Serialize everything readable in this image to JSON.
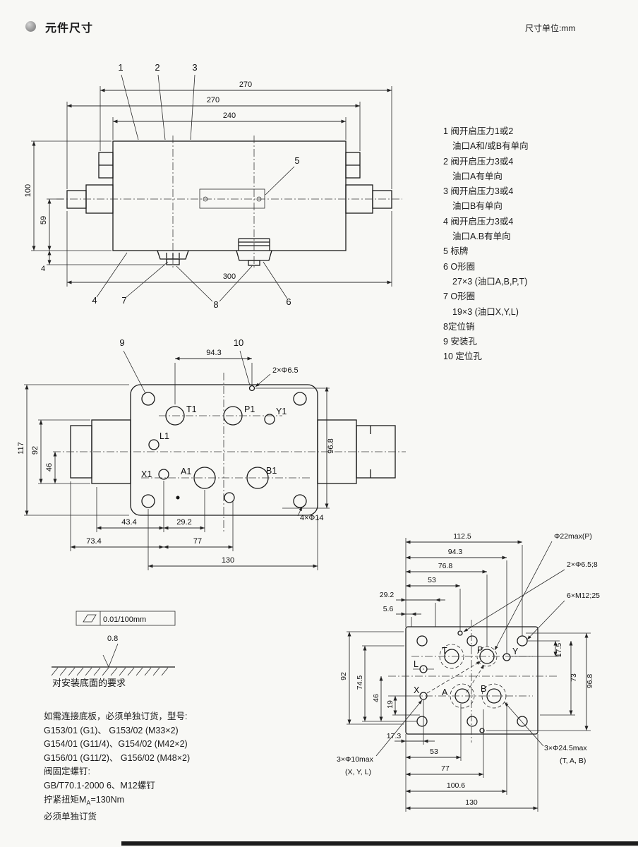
{
  "page": {
    "title": "元件尺寸",
    "unit_note": "尺寸单位:mm"
  },
  "legend": {
    "lines": [
      "1 阀开启压力1或2",
      "油口A和/或B有单向",
      "2 阀开启压力3或4",
      "油口A有单向",
      "3 阀开启压力3或4",
      "油口B有单向",
      "4 阀开启压力3或4",
      "油口A.B有单向",
      "5 标牌",
      "6 O形圈",
      "27×3 (油口A,B,P,T)",
      "7 O形圈",
      "19×3 (油口X,Y,L)",
      "8定位销",
      "9 安装孔",
      "10 定位孔"
    ]
  },
  "front_view": {
    "callout_1": "1",
    "callout_2": "2",
    "callout_3": "3",
    "callout_4": "4",
    "callout_5": "5",
    "callout_6": "6",
    "callout_7": "7",
    "callout_8": "8",
    "dim_width_outer": "270",
    "dim_width_mid": "270",
    "dim_width_body": "240",
    "dim_height": "100",
    "dim_port_height": "59",
    "dim_plug": "4",
    "dim_overall": "300"
  },
  "top_view": {
    "callout_9": "9",
    "callout_10": "10",
    "dim_94_3": "94.3",
    "label_2xd65": "2×Φ6.5",
    "dim_117": "117",
    "dim_92": "92",
    "dim_46": "46",
    "dim_96_8": "96.8",
    "dim_43_4": "43.4",
    "dim_29_2": "29.2",
    "dim_73_4": "73.4",
    "dim_77": "77",
    "dim_130": "130",
    "label_4xd14": "4×Φ14",
    "ports": {
      "t1": "T1",
      "p1": "P1",
      "y1": "Y1",
      "l1": "L1",
      "x1": "X1",
      "a1": "A1",
      "b1": "B1"
    }
  },
  "flatness": {
    "tolerance": "0.01/100mm",
    "roughness": "0.8",
    "caption": "对安装底面的要求"
  },
  "notes": {
    "lines": [
      "如需连接底板，必须单独订货，型号:",
      "G153/01 (G1)、 G153/02 (M33×2)",
      "G154/01 (G11/4)、G154/02 (M42×2)",
      "G156/01 (G11/2)、 G156/02 (M48×2)",
      "阀固定螺钉:",
      "GB/T70.1-2000 6、M12螺钉"
    ],
    "torque": {
      "pre": "拧紧扭矩M",
      "sub": "A",
      "post": "=130Nm"
    },
    "last": "必须单独订货"
  },
  "mount_view": {
    "dim_112_5": "112.5",
    "dim_94_3": "94.3",
    "dim_76_8": "76.8",
    "dim_53_top": "53",
    "dim_29_2": "29.2",
    "dim_5_6": "5.6",
    "label_d22": "Φ22max(P)",
    "label_2xd65": "2×Φ6.5;8",
    "label_6xm12": "6×M12;25",
    "dim_92": "92",
    "dim_74_5": "74.5",
    "dim_46": "46",
    "dim_19": "19",
    "dim_17_5": "17.5",
    "dim_73": "73",
    "dim_96_8": "96.8",
    "dim_17_3": "17.3",
    "dim_53_bottom": "53",
    "dim_77": "77",
    "dim_100_6": "100.6",
    "dim_130": "130",
    "label_3xd10": "3×Φ10max",
    "label_3xd10_ports": "(X, Y, L)",
    "label_3xd245": "3×Φ24.5max",
    "label_3xd245_ports": "(T, A, B)",
    "ports": {
      "l": "L",
      "t": "T",
      "p": "P",
      "y": "Y",
      "x": "X",
      "a": "A",
      "b": "B"
    }
  }
}
